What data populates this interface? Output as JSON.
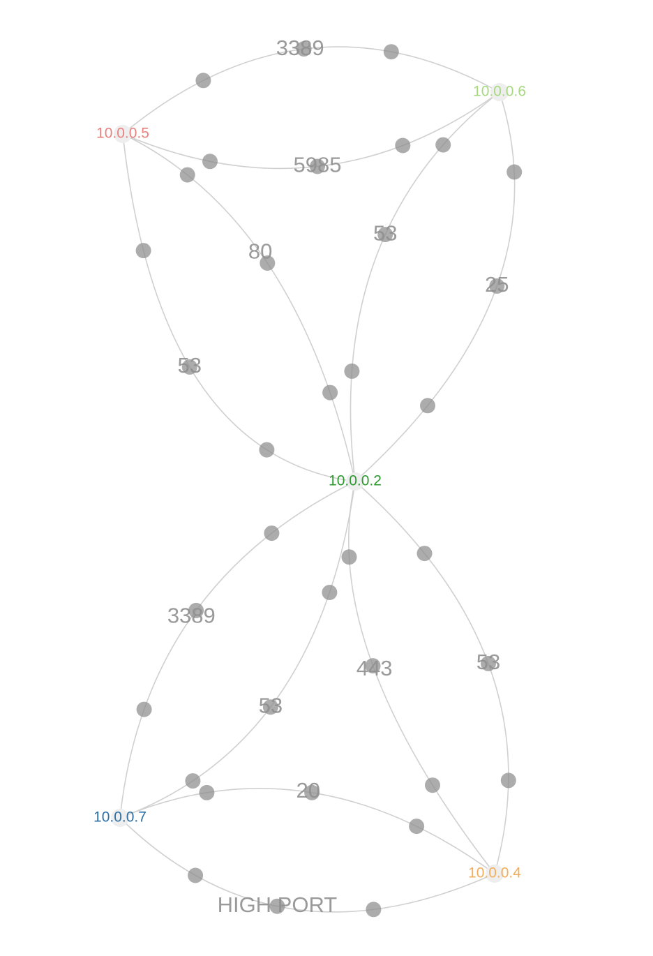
{
  "nodes": [
    {
      "id": "n5",
      "label": "10.0.0.5",
      "color": "#e8827f"
    },
    {
      "id": "n6",
      "label": "10.0.0.6",
      "color": "#a6d97f"
    },
    {
      "id": "n2",
      "label": "10.0.0.2",
      "color": "#2e9a2e"
    },
    {
      "id": "n7",
      "label": "10.0.0.7",
      "color": "#2f6fa3"
    },
    {
      "id": "n4",
      "label": "10.0.0.4",
      "color": "#f2ae5a"
    }
  ],
  "edges": [
    {
      "id": "e-5-6-3389",
      "source": "n5",
      "target": "n6",
      "port": "3389"
    },
    {
      "id": "e-5-6-5985",
      "source": "n5",
      "target": "n6",
      "port": "5985"
    },
    {
      "id": "e-5-2-80",
      "source": "n5",
      "target": "n2",
      "port": "80"
    },
    {
      "id": "e-5-2-53",
      "source": "n5",
      "target": "n2",
      "port": "53"
    },
    {
      "id": "e-6-2-53",
      "source": "n6",
      "target": "n2",
      "port": "53"
    },
    {
      "id": "e-6-2-25",
      "source": "n6",
      "target": "n2",
      "port": "25"
    },
    {
      "id": "e-2-7-3389",
      "source": "n2",
      "target": "n7",
      "port": "3389"
    },
    {
      "id": "e-2-7-53",
      "source": "n2",
      "target": "n7",
      "port": "53"
    },
    {
      "id": "e-2-4-443",
      "source": "n2",
      "target": "n4",
      "port": "443"
    },
    {
      "id": "e-2-4-53",
      "source": "n2",
      "target": "n4",
      "port": "53"
    },
    {
      "id": "e-7-4-20",
      "source": "n7",
      "target": "n4",
      "port": "20"
    },
    {
      "id": "e-7-4-HIGH PORT",
      "source": "n7",
      "target": "n4",
      "port": "HIGH PORT"
    }
  ]
}
